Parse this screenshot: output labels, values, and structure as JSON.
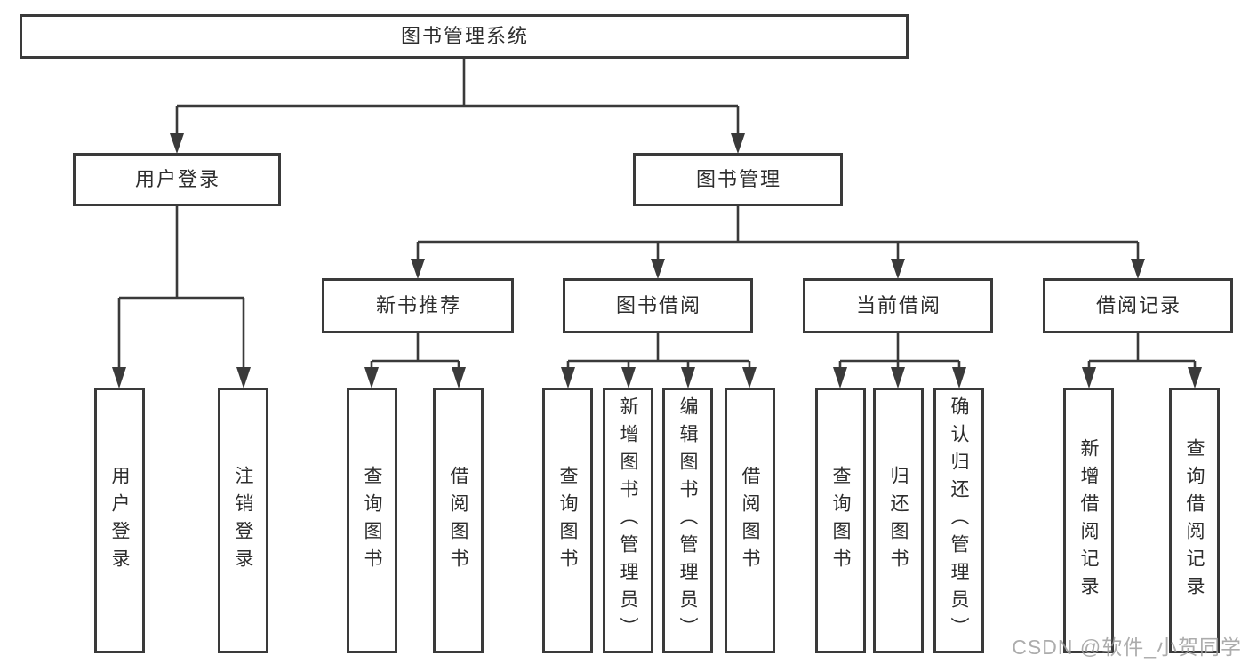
{
  "tree": {
    "root": {
      "label": "图书管理系统",
      "children": [
        {
          "label": "用户登录",
          "children": [
            {
              "label": "用户登录"
            },
            {
              "label": "注销登录"
            }
          ]
        },
        {
          "label": "图书管理",
          "children": [
            {
              "label": "新书推荐",
              "children": [
                {
                  "label": "查询图书"
                },
                {
                  "label": "借阅图书"
                }
              ]
            },
            {
              "label": "图书借阅",
              "children": [
                {
                  "label": "查询图书"
                },
                {
                  "label": "新增图书（管理员）"
                },
                {
                  "label": "编辑图书（管理员）"
                },
                {
                  "label": "借阅图书"
                }
              ]
            },
            {
              "label": "当前借阅",
              "children": [
                {
                  "label": "查询图书"
                },
                {
                  "label": "归还图书"
                },
                {
                  "label": "确认归还（管理员）"
                }
              ]
            },
            {
              "label": "借阅记录",
              "children": [
                {
                  "label": "新增借阅记录"
                },
                {
                  "label": "查询借阅记录"
                }
              ]
            }
          ]
        }
      ]
    }
  },
  "watermark": {
    "text": "CSDN @软件_小贺同学"
  },
  "style": {
    "line_color": "#3a3a3a",
    "background": "#ffffff",
    "text_color": "#2d2d2d",
    "watermark_color": "#9e9e9e"
  }
}
